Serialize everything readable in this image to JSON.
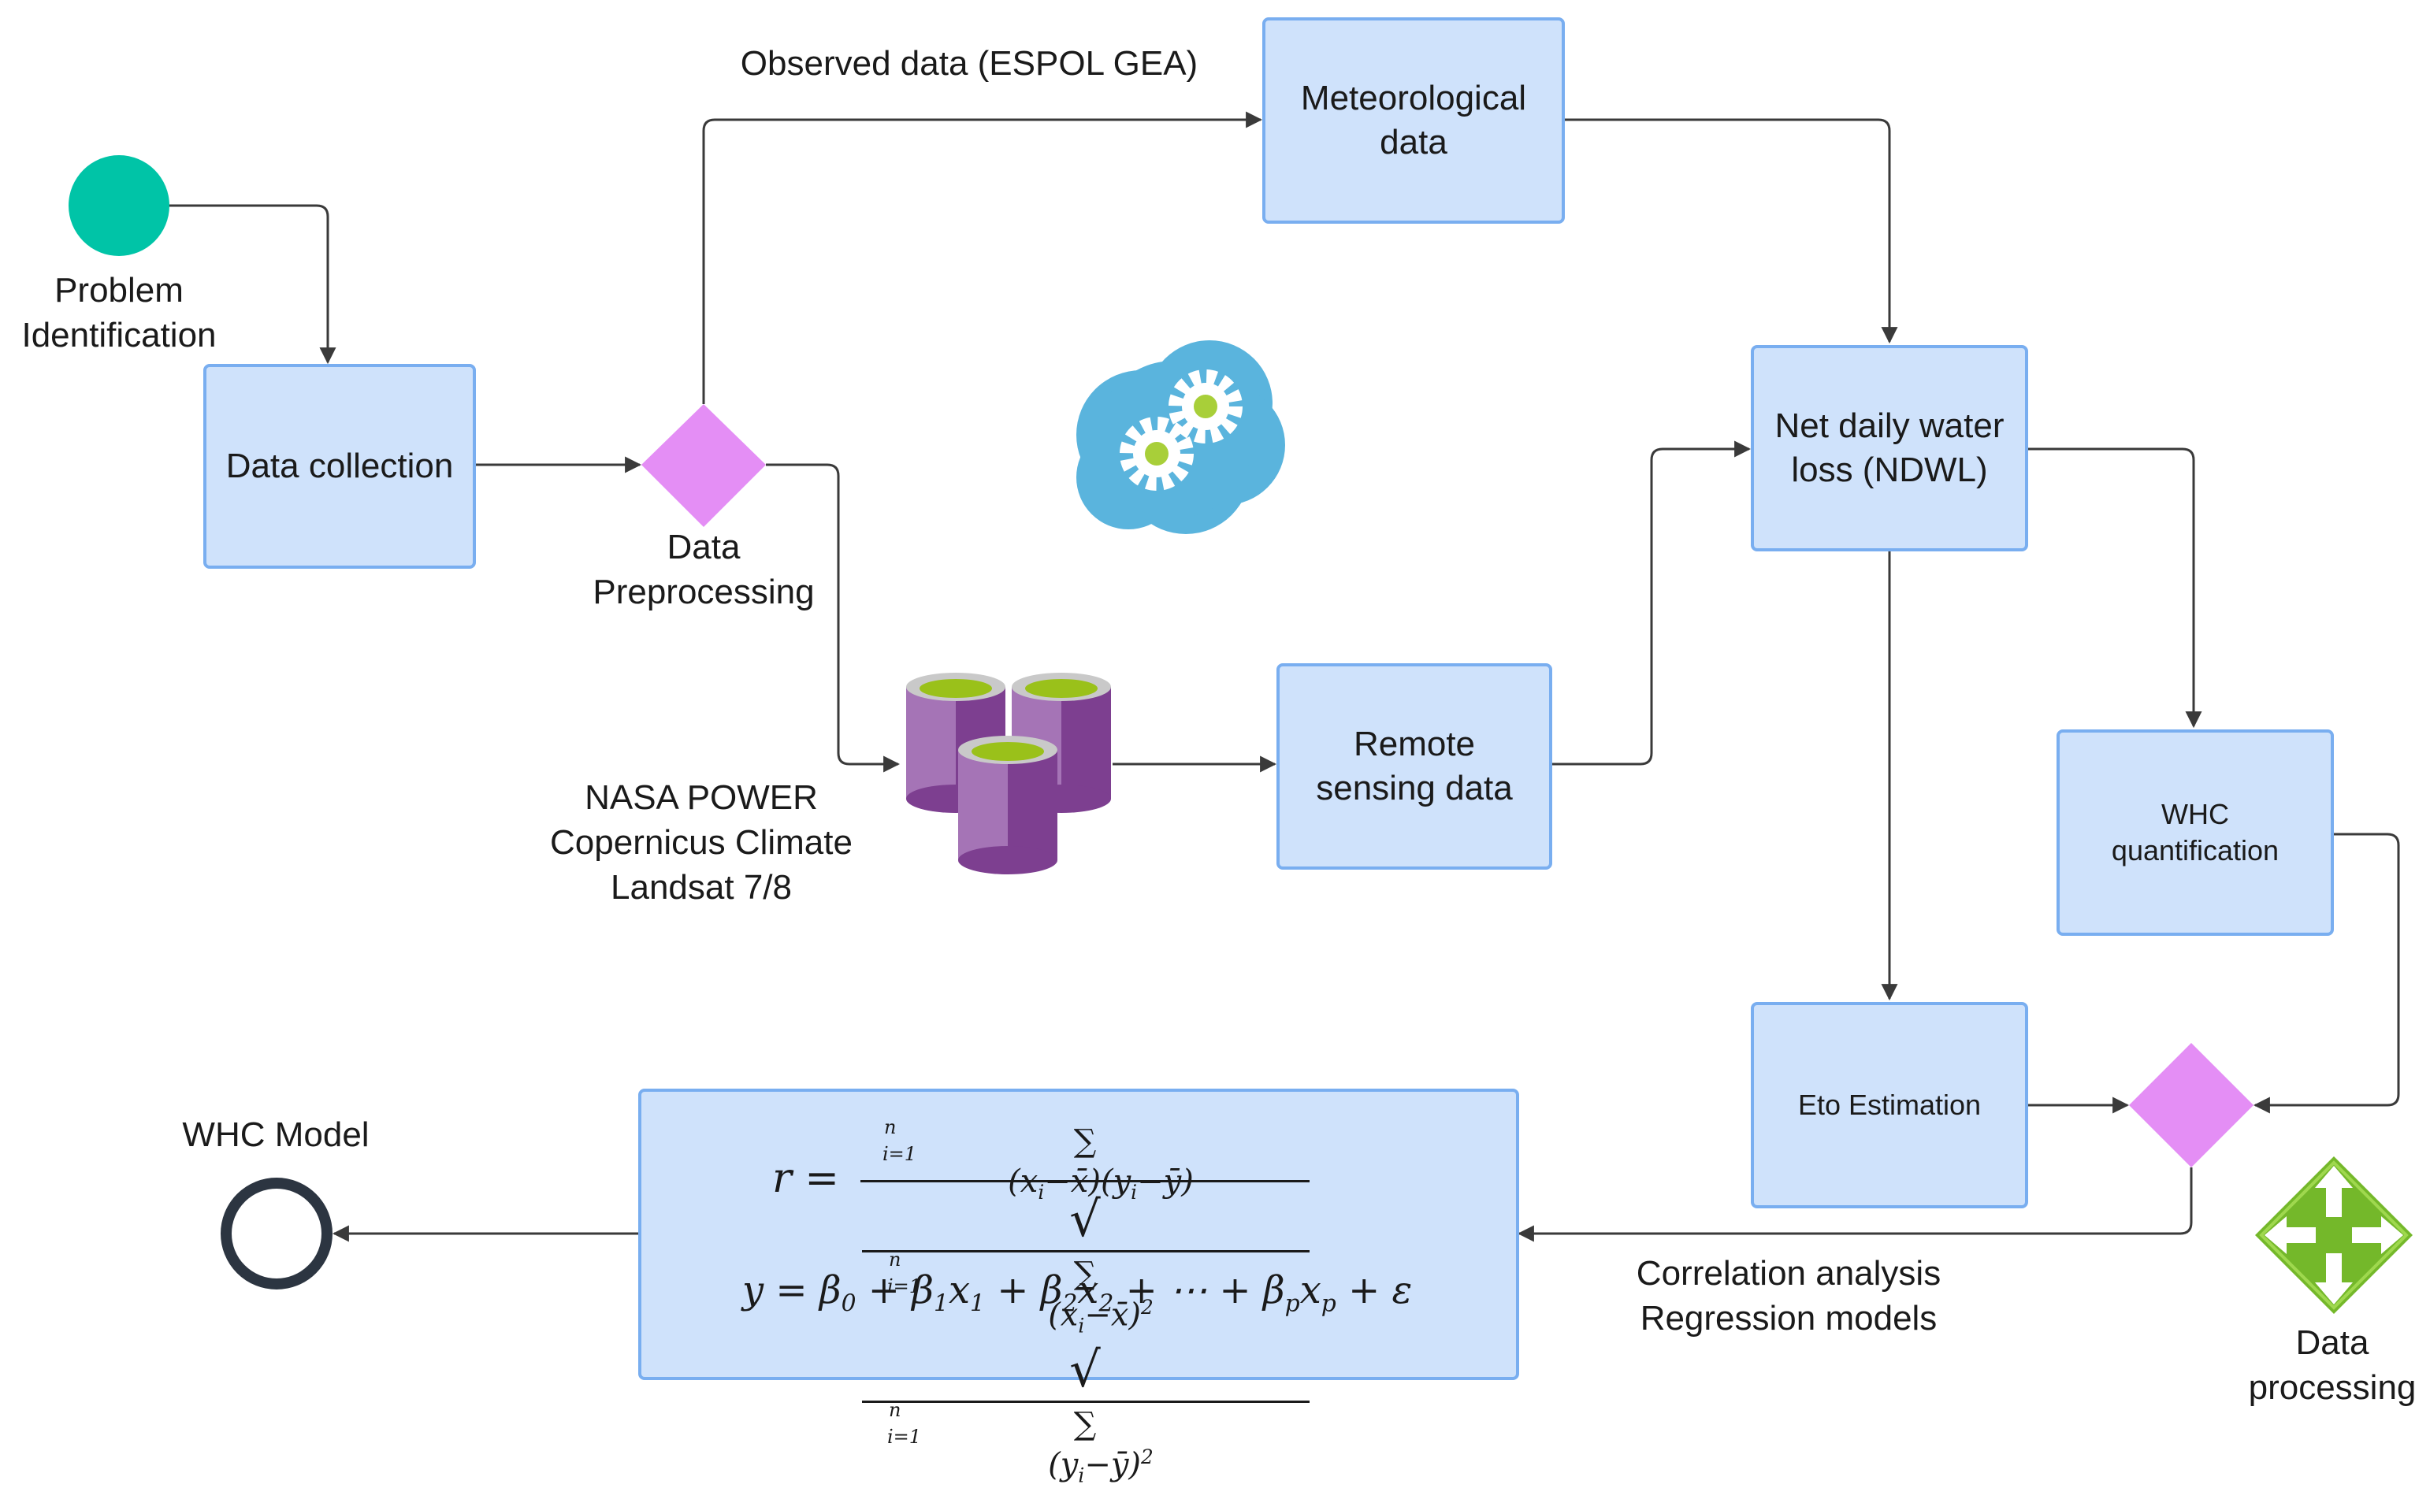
{
  "nodes": {
    "start_label_line1": "Problem",
    "start_label_line2": "Identification",
    "data_collection": "Data collection",
    "preprocessing_label_line1": "Data",
    "preprocessing_label_line2": "Preprocessing",
    "observed_label": "Observed data (ESPOL GEA)",
    "meteorological_line1": "Meteorological",
    "meteorological_line2": "data",
    "sources_line1": "NASA POWER",
    "sources_line2": "Copernicus Climate",
    "sources_line3": "Landsat 7/8",
    "remote_line1": "Remote",
    "remote_line2": "sensing data",
    "ndwl_line1": "Net daily water",
    "ndwl_line2": "loss (NDWL)",
    "whc_line1": "WHC",
    "whc_line2": "quantification",
    "eto": "Eto Estimation",
    "processing_label_line1": "Data",
    "processing_label_line2": "processing",
    "analysis_line1": "Correlation analysis",
    "analysis_line2": "Regression models",
    "end_label": "WHC Model"
  },
  "icons": {
    "cloud": "cloud-gears-icon",
    "database": "database-stack-icon",
    "processing": "arrows-expand-icon"
  },
  "colors": {
    "box_fill": "#cfe2fb",
    "box_border": "#79aef0",
    "gateway": "#e48ef5",
    "start_event": "#00c4a7",
    "end_event": "#2c3541",
    "cloud": "#5ab4dd",
    "database": "#8e4f9e",
    "processing_icon": "#74b82a"
  }
}
